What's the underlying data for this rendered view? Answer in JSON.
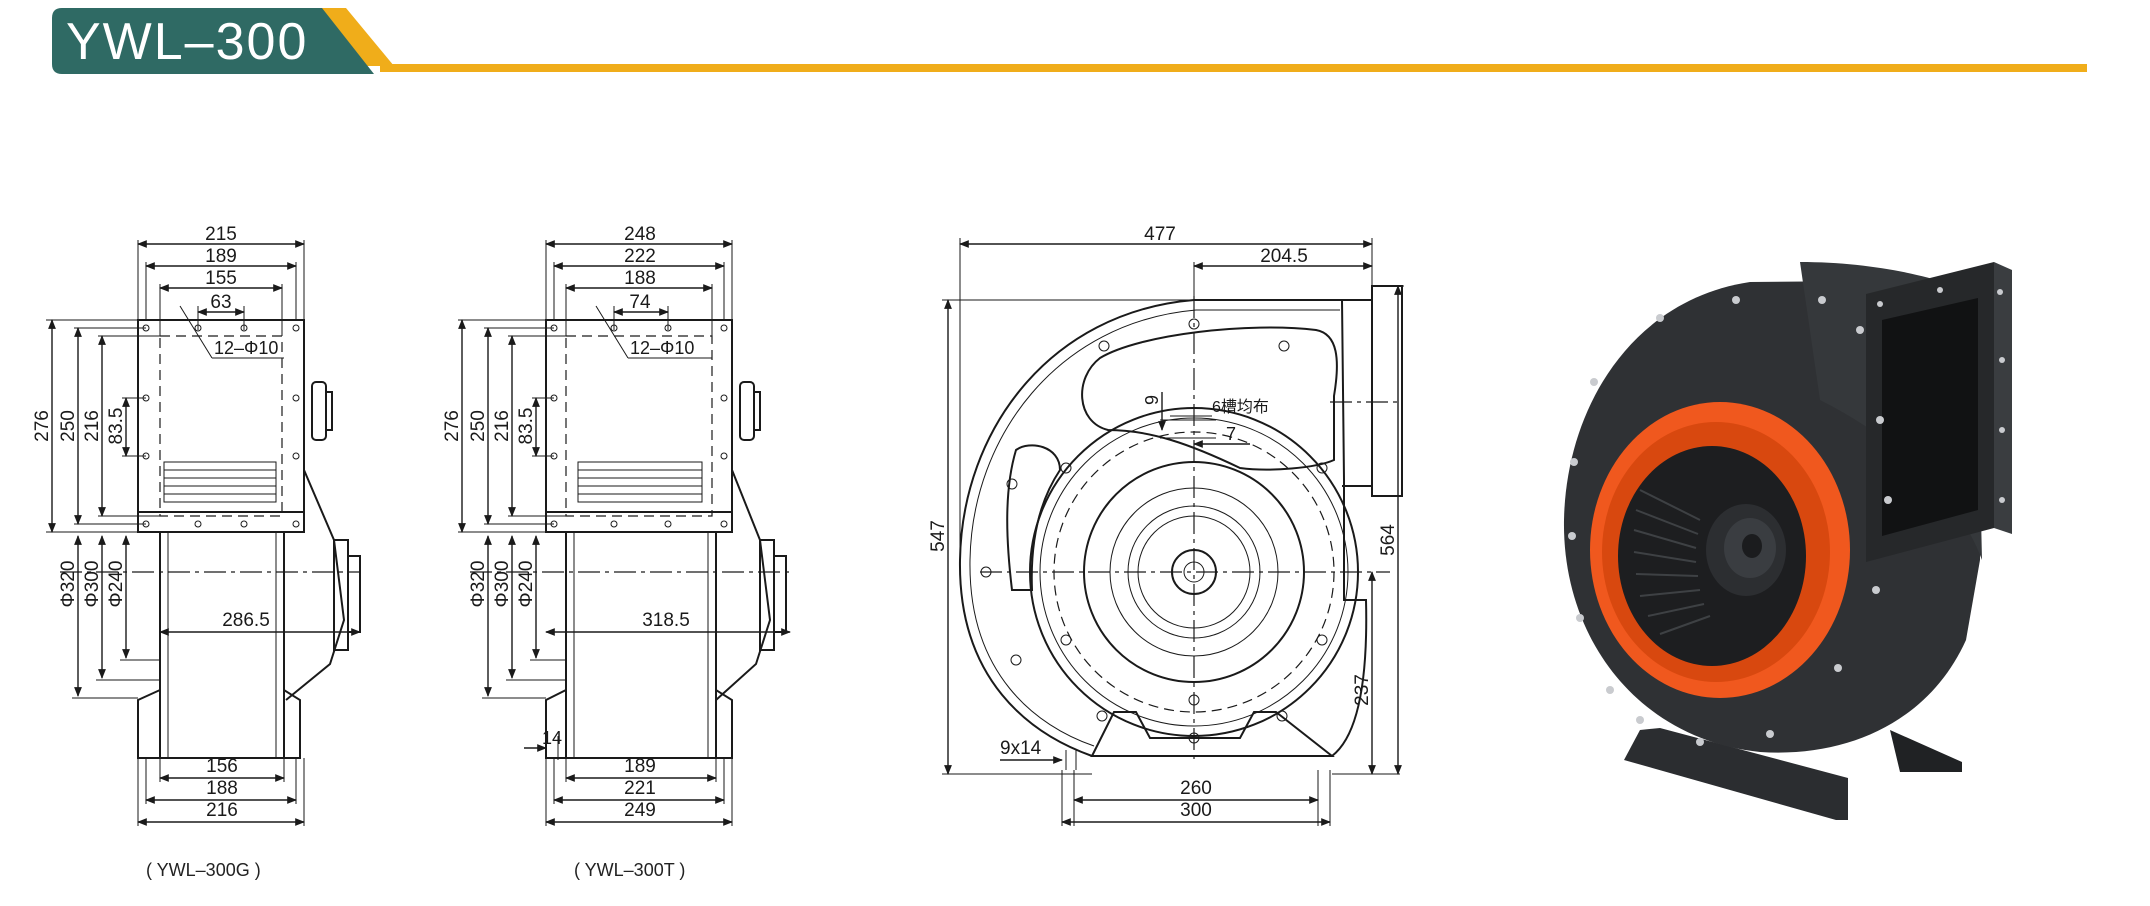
{
  "header": {
    "title": "YWL–300",
    "colors": {
      "title_bg": "#2f6a64",
      "accent": "#f0ad1a"
    }
  },
  "view_g": {
    "caption": "( YWL–300G )",
    "dims": {
      "w215": "215",
      "w189": "189",
      "w155": "155",
      "w63": "63",
      "holes": "12–Φ10",
      "h276": "276",
      "h250": "250",
      "h216": "216",
      "h83": "83.5",
      "d320": "Φ320",
      "d300": "Φ300",
      "d240": "Φ240",
      "len": "286.5",
      "b156": "156",
      "b188": "188",
      "b216": "216"
    }
  },
  "view_t": {
    "caption": "( YWL–300T )",
    "dims": {
      "w248": "248",
      "w222": "222",
      "w188": "188",
      "w74": "74",
      "holes": "12–Φ10",
      "h276": "276",
      "h250": "250",
      "h216": "216",
      "h83": "83.5",
      "d320": "Φ320",
      "d300": "Φ300",
      "d240": "Φ240",
      "len": "318.5",
      "k14": "14",
      "b189": "189",
      "b221": "221",
      "b249": "249"
    }
  },
  "view_front": {
    "dims": {
      "w477": "477",
      "w204": "204.5",
      "h547": "547",
      "h564": "564",
      "h237": "237",
      "slot9": "9",
      "slot7": "7",
      "slots": "6槽均布",
      "foot": "9x14",
      "b260": "260",
      "b300": "300"
    }
  },
  "photo": {
    "colors": {
      "housing": "#2b2d30",
      "inlet": "#f0581e",
      "inlet_dark": "#c43f10"
    }
  }
}
